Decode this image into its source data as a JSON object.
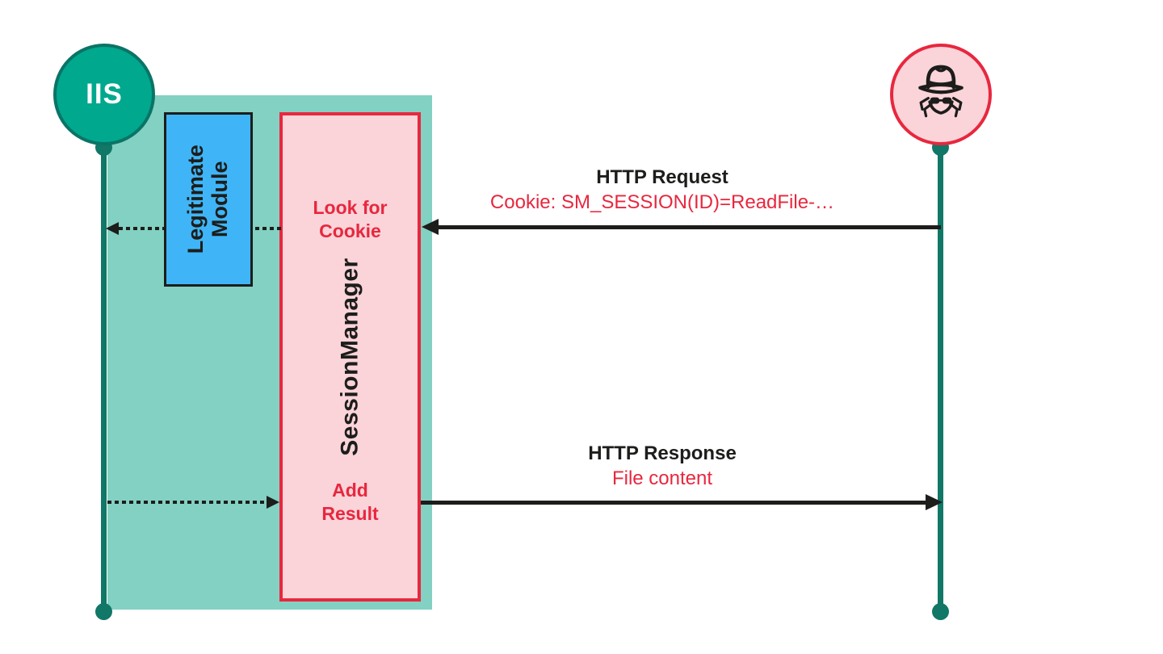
{
  "server": {
    "label": "IIS"
  },
  "modules": {
    "legitimate": {
      "label": "Legitimate\nModule"
    },
    "malicious": {
      "label": "SessionManager",
      "top_action": "Look for\nCookie",
      "bottom_action": "Add\nResult"
    }
  },
  "attacker": {
    "icon": "spy-icon"
  },
  "messages": {
    "request": {
      "title": "HTTP Request",
      "detail": "Cookie: SM_SESSION(ID)=ReadFile-…"
    },
    "response": {
      "title": "HTTP Response",
      "detail": "File content"
    }
  },
  "colors": {
    "server_green": "#00a88e",
    "lifeline_teal": "#117766",
    "backdrop_teal": "#82d1c3",
    "legit_blue": "#3fb5f7",
    "malicious_pink": "#fad4d9",
    "alert_red": "#e8273e",
    "ink_black": "#1d1d1b"
  }
}
